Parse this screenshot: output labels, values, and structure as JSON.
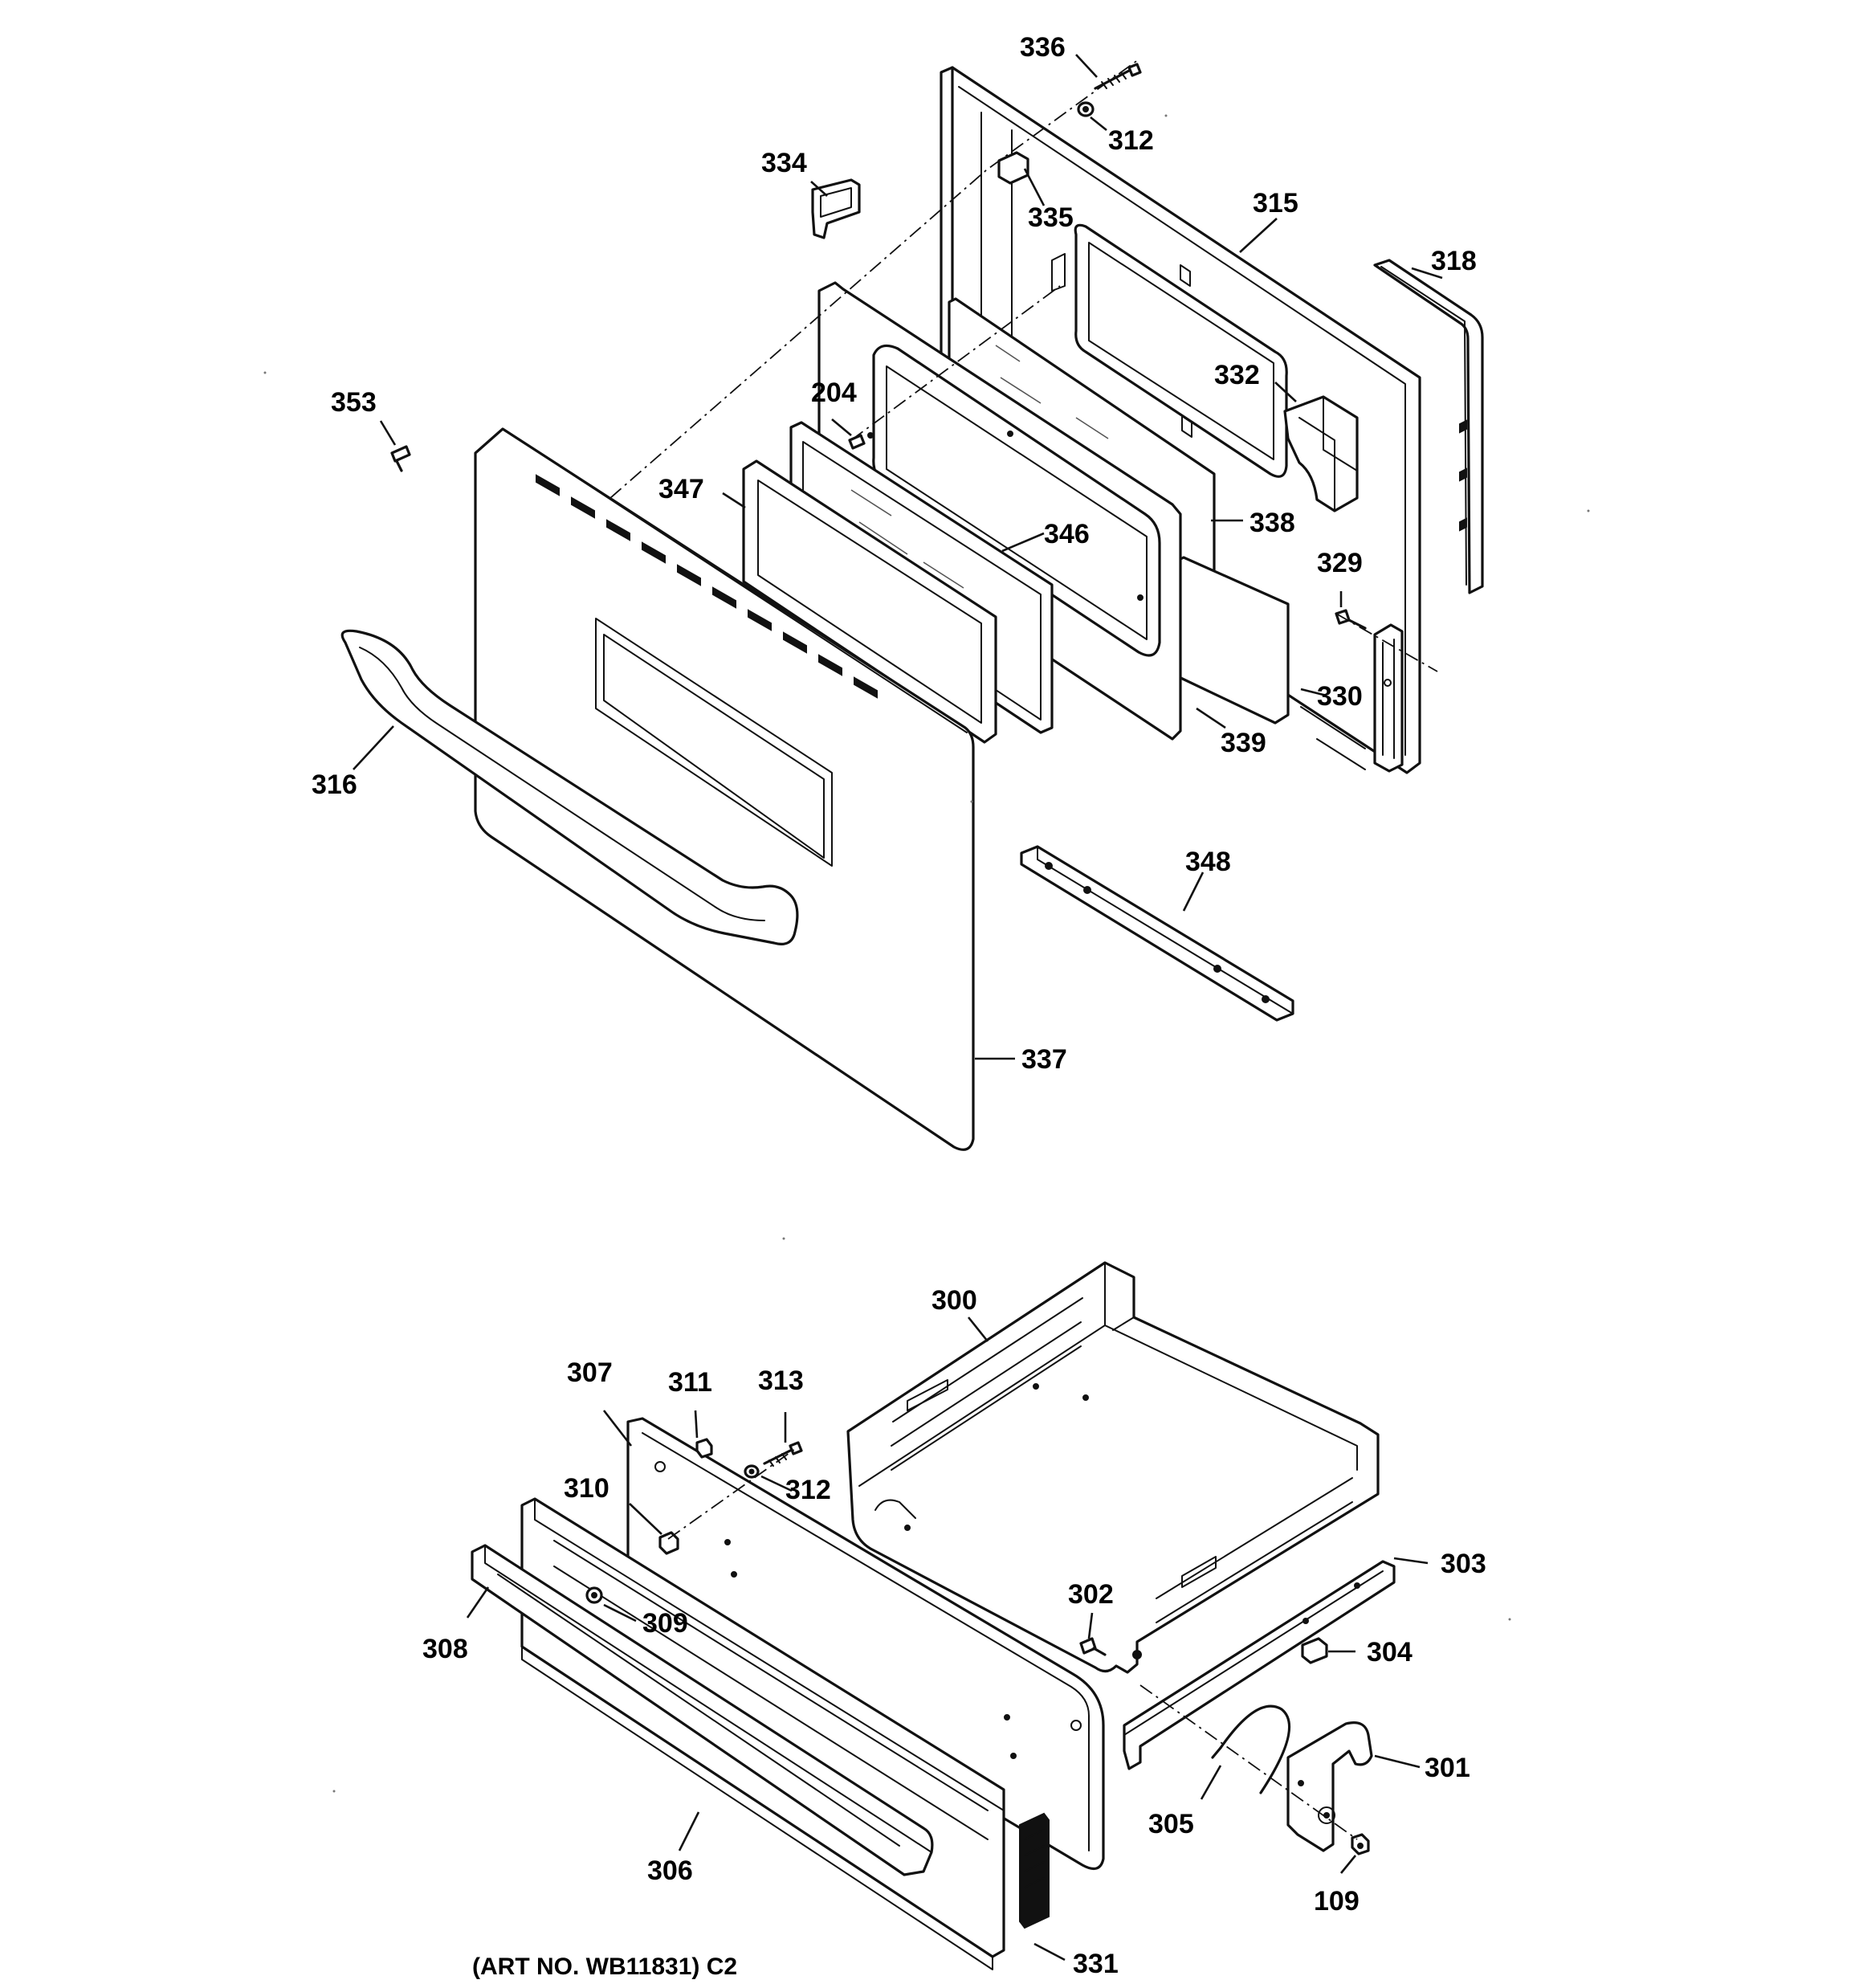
{
  "callouts": {
    "c336": "336",
    "c312a": "312",
    "c334": "334",
    "c335": "335",
    "c315": "315",
    "c318": "318",
    "c353": "353",
    "c204": "204",
    "c332": "332",
    "c347": "347",
    "c346": "346",
    "c338": "338",
    "c329": "329",
    "c330": "330",
    "c339": "339",
    "c316": "316",
    "c348": "348",
    "c337": "337",
    "c300": "300",
    "c307": "307",
    "c311": "311",
    "c313": "313",
    "c310": "310",
    "c312b": "312",
    "c303": "303",
    "c302": "302",
    "c304": "304",
    "c308": "308",
    "c309": "309",
    "c301": "301",
    "c305": "305",
    "c306": "306",
    "c109": "109",
    "c331": "331"
  },
  "caption": "(ART NO. WB11831) C2"
}
